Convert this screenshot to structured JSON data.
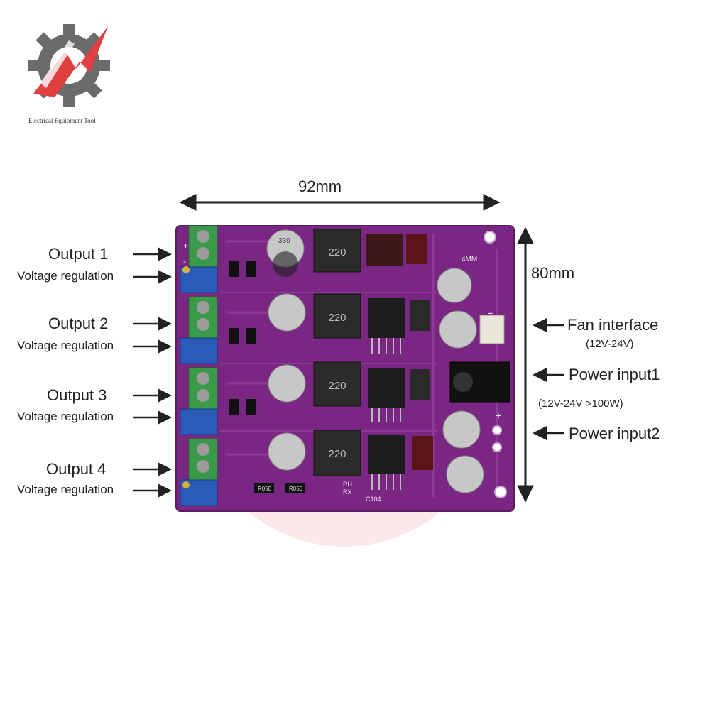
{
  "brand": {
    "text": "Electrical Equipment Tool",
    "accent": "#e0403f",
    "gray": "#6b6b6b"
  },
  "dimensions": {
    "width": "92mm",
    "height": "80mm"
  },
  "left_labels": [
    {
      "output": "Output 1",
      "regulation": "Voltage regulation"
    },
    {
      "output": "Output 2",
      "regulation": "Voltage regulation"
    },
    {
      "output": "Output 3",
      "regulation": "Voltage regulation"
    },
    {
      "output": "Output 4",
      "regulation": "Voltage regulation"
    }
  ],
  "right_labels": {
    "fan": "Fan interface",
    "fan_spec": "(12V-24V)",
    "power1": "Power input1",
    "power1_spec": "(12V-24V  >100W)",
    "power2": "Power input2"
  },
  "board": {
    "color": "#7a2784",
    "inductor_marking": "220",
    "capacitor_marking": "330",
    "resistor_marking": "R050",
    "fan_silk": "FAN",
    "hole_silk": "4MM",
    "cap_silk": "C104",
    "rx_silk": "RX",
    "rh_silk": "RH",
    "plus": "+",
    "minus": "-"
  }
}
